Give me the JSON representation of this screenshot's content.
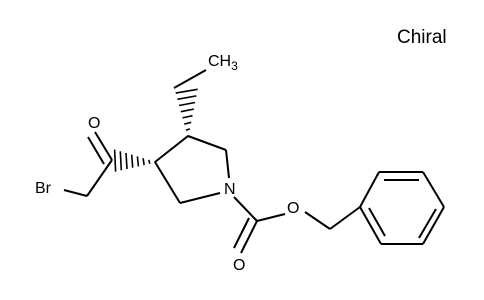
{
  "molecule": {
    "chiral_flag": "Chiral",
    "atoms": {
      "oxygen_ketone": "O",
      "bromine": "Br",
      "nitrogen": "N",
      "oxygen_carbonyl": "O",
      "oxygen_ester": "O",
      "methyl_c": "CH",
      "methyl_sub": "3"
    }
  }
}
